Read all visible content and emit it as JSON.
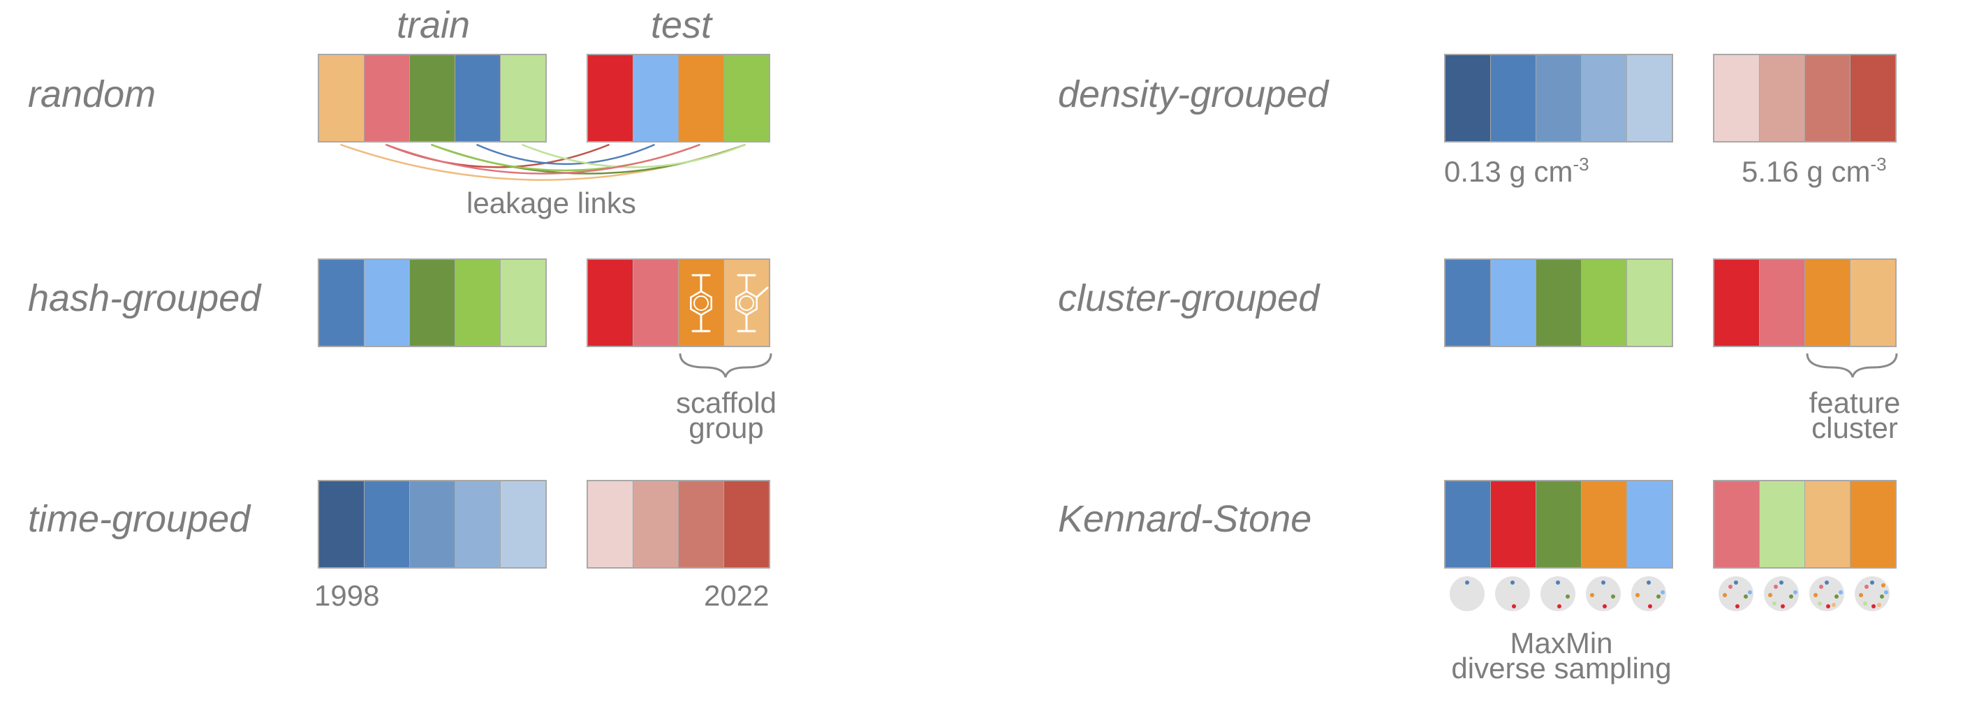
{
  "headers": {
    "train": "train",
    "test": "test"
  },
  "colors": {
    "peach": "#efbb7b",
    "salmon": "#e2727a",
    "olive": "#6d9541",
    "blue": "#4f7fb8",
    "lightgreen": "#bee198",
    "red": "#dc252d",
    "skyblue": "#83b6f1",
    "orange": "#e8902d",
    "green": "#93c750",
    "navy": "#3c5f8d",
    "steel": "#7097c4",
    "paleblue": "#91b2d6",
    "lightblue": "#b5cbe3",
    "pink": "#ecd1cf",
    "rose": "#d9a59b",
    "terracotta": "#cc7a6d",
    "brick": "#c15447",
    "cellborder": "#a8a8a8",
    "text": "#7d7d7d",
    "sampleCircle": "#e3e3e3"
  },
  "rows": [
    {
      "id": "random",
      "label": "random",
      "train": [
        "peach",
        "salmon",
        "olive",
        "blue",
        "lightgreen"
      ],
      "test": [
        "red",
        "skyblue",
        "orange",
        "green"
      ],
      "caption": "leakage links"
    },
    {
      "id": "hash",
      "label": "hash-grouped",
      "train": [
        "blue",
        "skyblue",
        "olive",
        "green",
        "lightgreen"
      ],
      "test": [
        "red",
        "salmon",
        "orange",
        "peach"
      ],
      "caption_line1": "scaffold",
      "caption_line2": "group"
    },
    {
      "id": "time",
      "label": "time-grouped",
      "train": [
        "navy",
        "blue",
        "steel",
        "paleblue",
        "lightblue"
      ],
      "test": [
        "pink",
        "rose",
        "terracotta",
        "brick"
      ],
      "left_caption": "1998",
      "right_caption": "2022"
    },
    {
      "id": "density",
      "label": "density-grouped",
      "train": [
        "navy",
        "blue",
        "steel",
        "paleblue",
        "lightblue"
      ],
      "test": [
        "pink",
        "rose",
        "terracotta",
        "brick"
      ],
      "left_value": "0.13 g cm",
      "left_exp": "-3",
      "right_value": "5.16 g cm",
      "right_exp": "-3"
    },
    {
      "id": "cluster",
      "label": "cluster-grouped",
      "train": [
        "blue",
        "skyblue",
        "olive",
        "green",
        "lightgreen"
      ],
      "test": [
        "red",
        "salmon",
        "orange",
        "peach"
      ],
      "caption_line1": "feature",
      "caption_line2": "cluster"
    },
    {
      "id": "kennard",
      "label": "Kennard-Stone",
      "train": [
        "blue",
        "red",
        "olive",
        "orange",
        "skyblue"
      ],
      "test": [
        "salmon",
        "lightgreen",
        "peach",
        "orange"
      ],
      "caption_line1": "MaxMin",
      "caption_line2": "diverse sampling"
    }
  ],
  "links": [
    {
      "from": 0,
      "to": 3,
      "color": "peach"
    },
    {
      "from": 1,
      "to": 0,
      "color": "brick"
    },
    {
      "from": 2,
      "to": 3,
      "color": "olive"
    },
    {
      "from": 2,
      "to": 2,
      "color": "green"
    },
    {
      "from": 3,
      "to": 1,
      "color": "blue"
    },
    {
      "from": 4,
      "to": 3,
      "color": "lightgreen"
    },
    {
      "from": 1,
      "to": 2,
      "color": "salmon"
    }
  ],
  "sampling": {
    "train": [
      [
        "blue"
      ],
      [
        "blue",
        "red"
      ],
      [
        "blue",
        "red",
        "olive"
      ],
      [
        "blue",
        "red",
        "olive",
        "orange"
      ],
      [
        "blue",
        "red",
        "olive",
        "orange",
        "skyblue"
      ]
    ],
    "test": [
      [
        "blue",
        "red",
        "olive",
        "orange",
        "skyblue",
        "salmon"
      ],
      [
        "blue",
        "red",
        "olive",
        "orange",
        "skyblue",
        "salmon",
        "lightgreen"
      ],
      [
        "blue",
        "red",
        "olive",
        "orange",
        "skyblue",
        "salmon",
        "lightgreen",
        "peach"
      ],
      [
        "blue",
        "red",
        "olive",
        "orange",
        "skyblue",
        "salmon",
        "lightgreen",
        "peach",
        "orange"
      ]
    ]
  }
}
